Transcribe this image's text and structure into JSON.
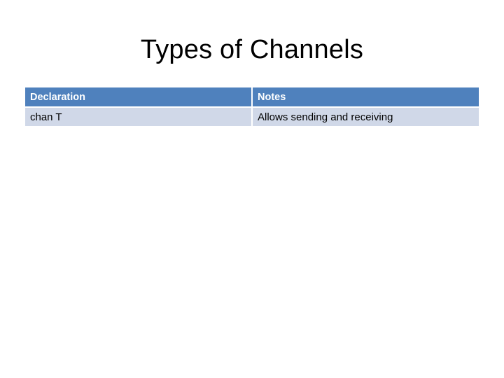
{
  "slide": {
    "title": "Types of Channels"
  },
  "table": {
    "headers": [
      "Declaration",
      "Notes"
    ],
    "rows": [
      [
        "chan T",
        "Allows sending and receiving"
      ]
    ]
  },
  "colors": {
    "header_bg": "#4f81bd",
    "header_text": "#ffffff",
    "row_bg": "#d0d8e8",
    "body_text": "#000000"
  }
}
